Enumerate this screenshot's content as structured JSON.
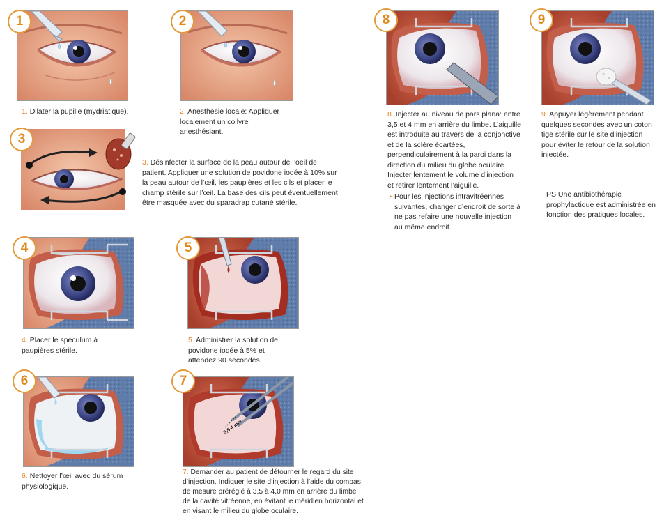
{
  "steps": [
    {
      "num": "1",
      "text": "Dilater la pupille (mydriatique)."
    },
    {
      "num": "2",
      "text": "Anesthésie locale: Appliquer localement un collyre anesthésiant."
    },
    {
      "num": "3",
      "text": "Désinfecter la surface de la peau autour de l’oeil de patient. Appliquer une solution de povidone iodée à 10% sur la peau autour de l’œil, les paupières et les cils et placer le champ stérile sur l’œil. La base des cils peut éventuellement être masquée avec du sparadrap cutané stérile."
    },
    {
      "num": "4",
      "text": "Placer le spéculum à paupières stérile."
    },
    {
      "num": "5",
      "text": "Administrer la solution de povidone iodée à 5% et attendez 90 secondes."
    },
    {
      "num": "6",
      "text": "Nettoyer l’œil avec du sérum physiologique."
    },
    {
      "num": "7",
      "text": "Demander au patient de détourner le regard du site d’injection. Indiquer le site d’injection à l’aide du compas de mesure préréglé à 3,5 à 4,0 mm en arrière du limbe de la cavité vitréenne, en évitant le méridien horizontal et en visant le milieu du globe oculaire."
    },
    {
      "num": "8",
      "text": "Injecter au niveau de pars plana: entre 3,5 et 4 mm en arrière du limbe. L’aiguille est introduite au travers de la conjonctive et de la sclère écartées, perpendiculairement à la paroi dans la direction du milieu du globe oculaire. Injecter lentement le volume d’injection et retirer lentement l’aiguille.",
      "note": "Pour les injections intravitréennes suivantes, changer d’endroit de sorte à ne pas refaire une nouvelle injection au même endroit."
    },
    {
      "num": "9",
      "text": "Appuyer légèrement pendant quelques secondes avec un coton tige stérile sur le site d’injection pour éviter le retour de la solution injectée."
    }
  ],
  "ps": "PS Une antibiothérapie prophylactique est administrée en fonction des pratiques locales.",
  "caliper_label": "3,5-4 mm",
  "colors": {
    "accent": "#e9862a",
    "badge_border": "#e39a3a",
    "skin": "#e8a98a",
    "drape": "#5a78a8",
    "iris": "#3f4a82"
  }
}
